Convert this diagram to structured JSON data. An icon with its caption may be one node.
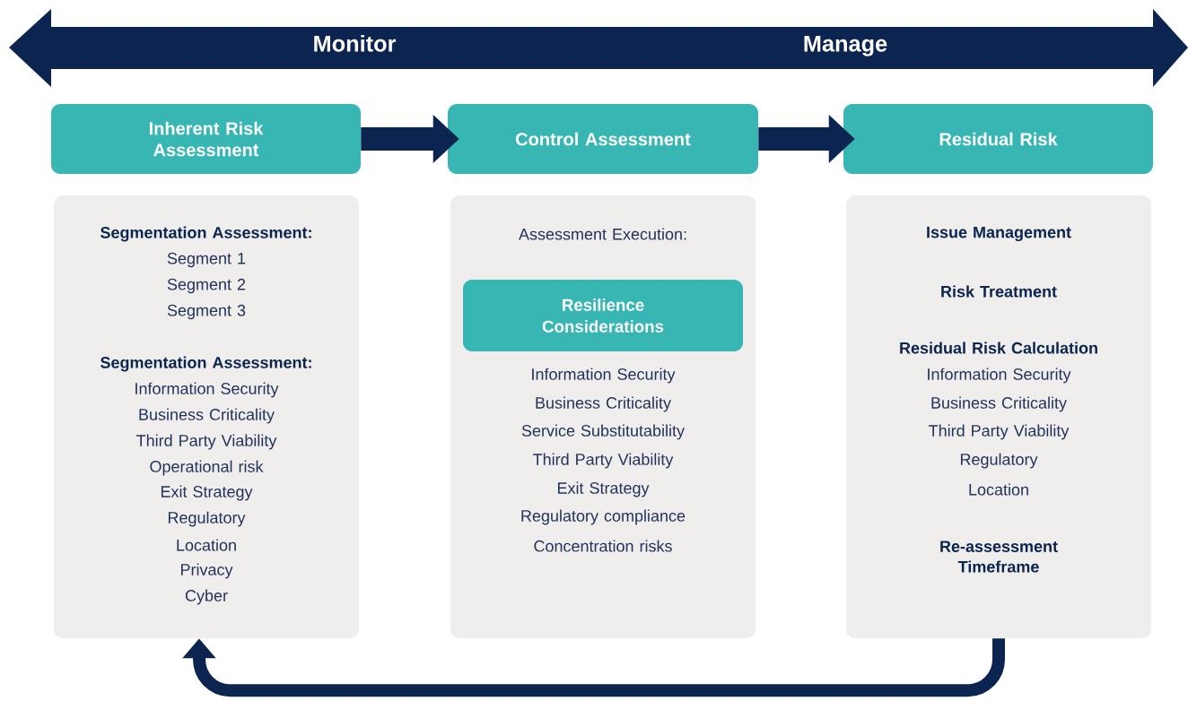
{
  "diagram": {
    "nodes": [
      {
        "text": [
          "Monitor",
          "Manage"
        ]
      },
      {
        "text": [
          "Inherent Risk Assessment"
        ]
      },
      {
        "text": [
          "Control Assessment"
        ]
      },
      {
        "text": [
          "Residual Risk"
        ]
      },
      {
        "text": [
          "Segmentation Assessment:",
          "Segment 1",
          "Segment 2",
          "Segment 3",
          "Segmentation Assessment:",
          "Information Security",
          "Business Criticality",
          "Third Party Viability",
          "Operational risk",
          "Exit Strategy",
          "Regulatory",
          "Location",
          "Privacy",
          "Cyber"
        ]
      },
      {
        "text": [
          "Assessment Execution:",
          "Information Security",
          "Business Criticality",
          "Service Substitutability",
          "Third Party Viability",
          "Exit Strategy",
          "Regulatory compliance",
          "Concentration risks"
        ]
      },
      {
        "text": [
          "Resilience Considerations"
        ],
        "in": 5
      },
      {
        "text": [
          "Issue Management",
          "Risk Treatment",
          "Residual Risk Calculation",
          "Information Security",
          "Business Criticality",
          "Third Party Viability",
          "Regulatory",
          "Location",
          "Re-assessment Timeframe"
        ]
      }
    ],
    "edges": [
      {
        "from": 1,
        "to": 2,
        "arrow": "to"
      },
      {
        "from": 2,
        "to": 3,
        "arrow": "to"
      },
      {
        "from": 7,
        "to": 4,
        "arrow": "to"
      }
    ]
  }
}
